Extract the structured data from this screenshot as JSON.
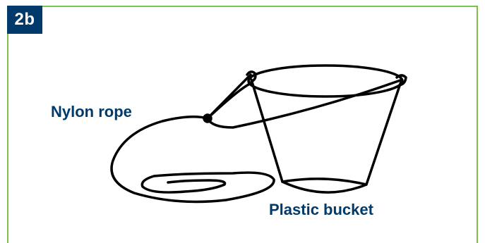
{
  "figure": {
    "tag": "2b",
    "colors": {
      "frame_border": "#7dbf4f",
      "tag_background": "#003a6b",
      "tag_text": "#ffffff",
      "label_text": "#003a6b",
      "line_art": "#000000"
    }
  },
  "labels": {
    "rope": "Nylon rope",
    "bucket": "Plastic bucket"
  }
}
